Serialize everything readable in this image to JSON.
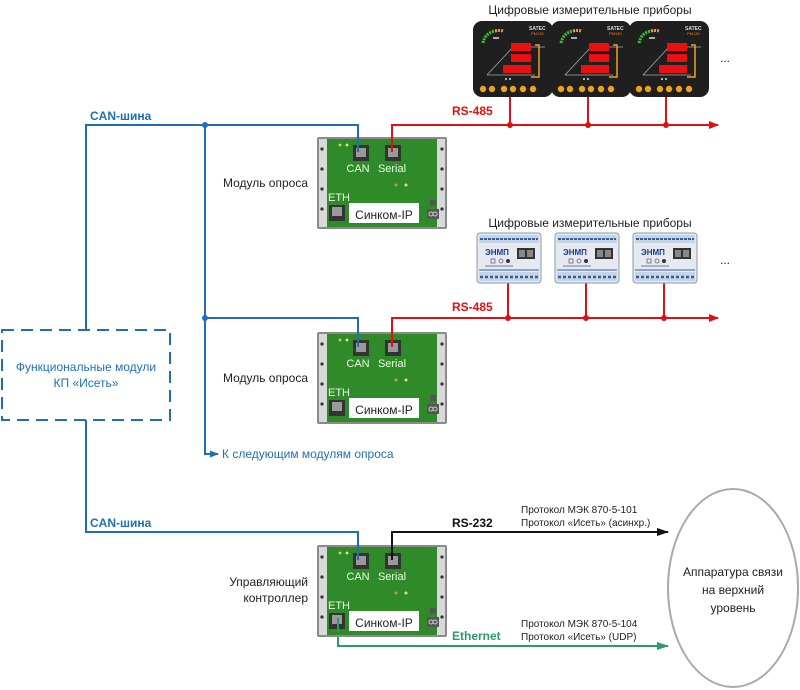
{
  "colors": {
    "can_bus": "#1f6fb8",
    "rs485": "#e01010",
    "rs232": "#111111",
    "ethernet": "#2e9a6a",
    "board": "#2f8a2a",
    "ellipse_stroke": "#aaaaaa"
  },
  "functional_modules": {
    "line1": "Функциональные модули",
    "line2": "КП «Исеть»"
  },
  "can_bus_label_top": "CAN-шина",
  "can_bus_label_bottom": "CAN-шина",
  "next_modules_label": "К следующим модулям опроса",
  "modules": [
    {
      "title": "Модуль опроса",
      "can_port": "CAN",
      "serial_port": "Serial",
      "eth_port": "ETH",
      "name_plate": "Синком-IP",
      "bus_label": "RS-485",
      "devices_title": "Цифровые измерительные приборы",
      "device_type": "satec",
      "device_brand": "SATEC",
      "ellipsis": "..."
    },
    {
      "title": "Модуль опроса",
      "can_port": "CAN",
      "serial_port": "Serial",
      "eth_port": "ETH",
      "name_plate": "Синком-IP",
      "bus_label": "RS-485",
      "devices_title": "Цифровые измерительные приборы",
      "device_type": "enmv",
      "device_brand": "ЭНМП",
      "ellipsis": "..."
    }
  ],
  "controller": {
    "title_line1": "Управляющий",
    "title_line2": "контроллер",
    "can_port": "CAN",
    "serial_port": "Serial",
    "eth_port": "ETH",
    "name_plate": "Синком-IP",
    "rs232_label": "RS-232",
    "rs232_proto1": "Протокол МЭК 870-5-101",
    "rs232_proto2": "Протокол «Исеть» (асинхр.)",
    "eth_label": "Ethernet",
    "eth_proto1": "Протокол МЭК 870-5-104",
    "eth_proto2": "Протокол «Исеть» (UDP)"
  },
  "upper_level": {
    "line1": "Аппаратура связи",
    "line2": "на верхний",
    "line3": "уровень"
  }
}
